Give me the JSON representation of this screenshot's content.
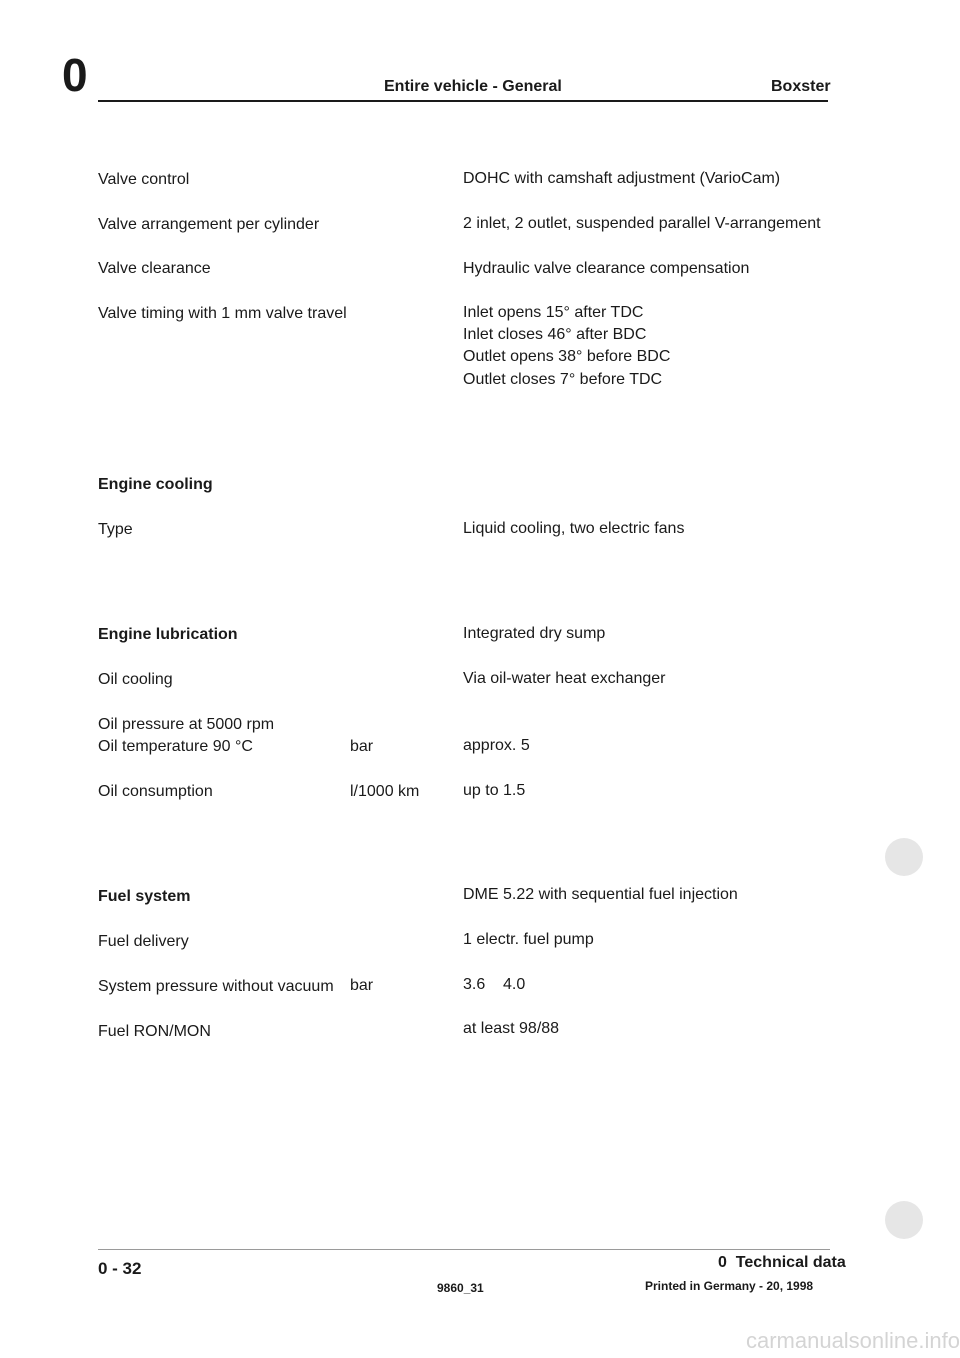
{
  "header": {
    "chapter_number": "0",
    "title": "Entire vehicle - General",
    "model": "Boxster"
  },
  "rows": {
    "valve_control": {
      "label": "Valve control",
      "value": "DOHC with camshaft adjustment (VarioCam)"
    },
    "valve_arrangement": {
      "label": "Valve arrangement per cylinder",
      "value": "2 inlet, 2 outlet, suspended parallel V-arrangement"
    },
    "valve_clearance": {
      "label": "Valve clearance",
      "value": "Hydraulic valve clearance compensation"
    },
    "valve_timing": {
      "label": "Valve timing with 1 mm valve travel",
      "values": [
        "Inlet opens 15° after TDC",
        "Inlet closes 46° after BDC",
        "Outlet opens 38° before BDC",
        "Outlet closes 7° before TDC"
      ]
    },
    "engine_cooling": {
      "heading": "Engine cooling"
    },
    "cooling_type": {
      "label": "Type",
      "value": "Liquid cooling, two electric fans"
    },
    "engine_lubrication": {
      "heading": "Engine lubrication",
      "value": "Integrated dry sump"
    },
    "oil_cooling": {
      "label": "Oil cooling",
      "value": "Via oil-water heat exchanger"
    },
    "oil_pressure": {
      "label_line1": "Oil pressure at 5000 rpm",
      "label_line2": "Oil temperature 90 °C",
      "unit": "bar",
      "value": "approx. 5"
    },
    "oil_consumption": {
      "label": "Oil consumption",
      "unit": "l/1000 km",
      "value": "up to 1.5"
    },
    "fuel_system": {
      "heading": "Fuel system",
      "value": "DME 5.22 with sequential fuel injection"
    },
    "fuel_delivery": {
      "label": "Fuel delivery",
      "value": "1 electr. fuel pump"
    },
    "system_pressure": {
      "label": "System pressure without vacuum",
      "unit": "bar",
      "value": "3.6    4.0"
    },
    "fuel_ron": {
      "label": "Fuel RON/MON",
      "value": "at least 98/88"
    }
  },
  "footer": {
    "page": "0 - 32",
    "code": "9860_31",
    "section": "0  Technical data",
    "printed": "Printed in Germany - 20, 1998"
  },
  "watermark": "carmanualsonline.info",
  "colors": {
    "text": "#1a1a1a",
    "background": "#ffffff",
    "punch_hole": "#e6e6e6",
    "watermark": "#d4d4d4"
  }
}
